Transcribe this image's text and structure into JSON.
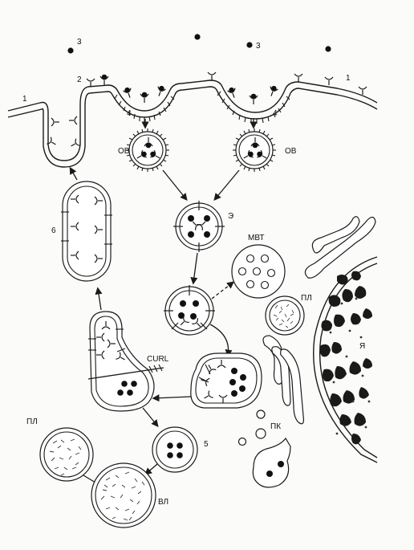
{
  "labels": {
    "one_left": "1",
    "one_right": "1",
    "two": "2",
    "three_left": "3",
    "three_right": "3",
    "four_left": "4",
    "four_right": "4",
    "five": "5",
    "six": "6",
    "ov_left": "ОВ",
    "ov_right": "ОВ",
    "e": "Э",
    "mvt": "МВТ",
    "pl_top": "ПЛ",
    "pl_bottom": "ПЛ",
    "ya": "Я",
    "curl": "CURL",
    "pk": "ПК",
    "vl": "ВЛ"
  },
  "colors": {
    "ink": "#1a1a1a",
    "paper": "#fbfbf9"
  }
}
